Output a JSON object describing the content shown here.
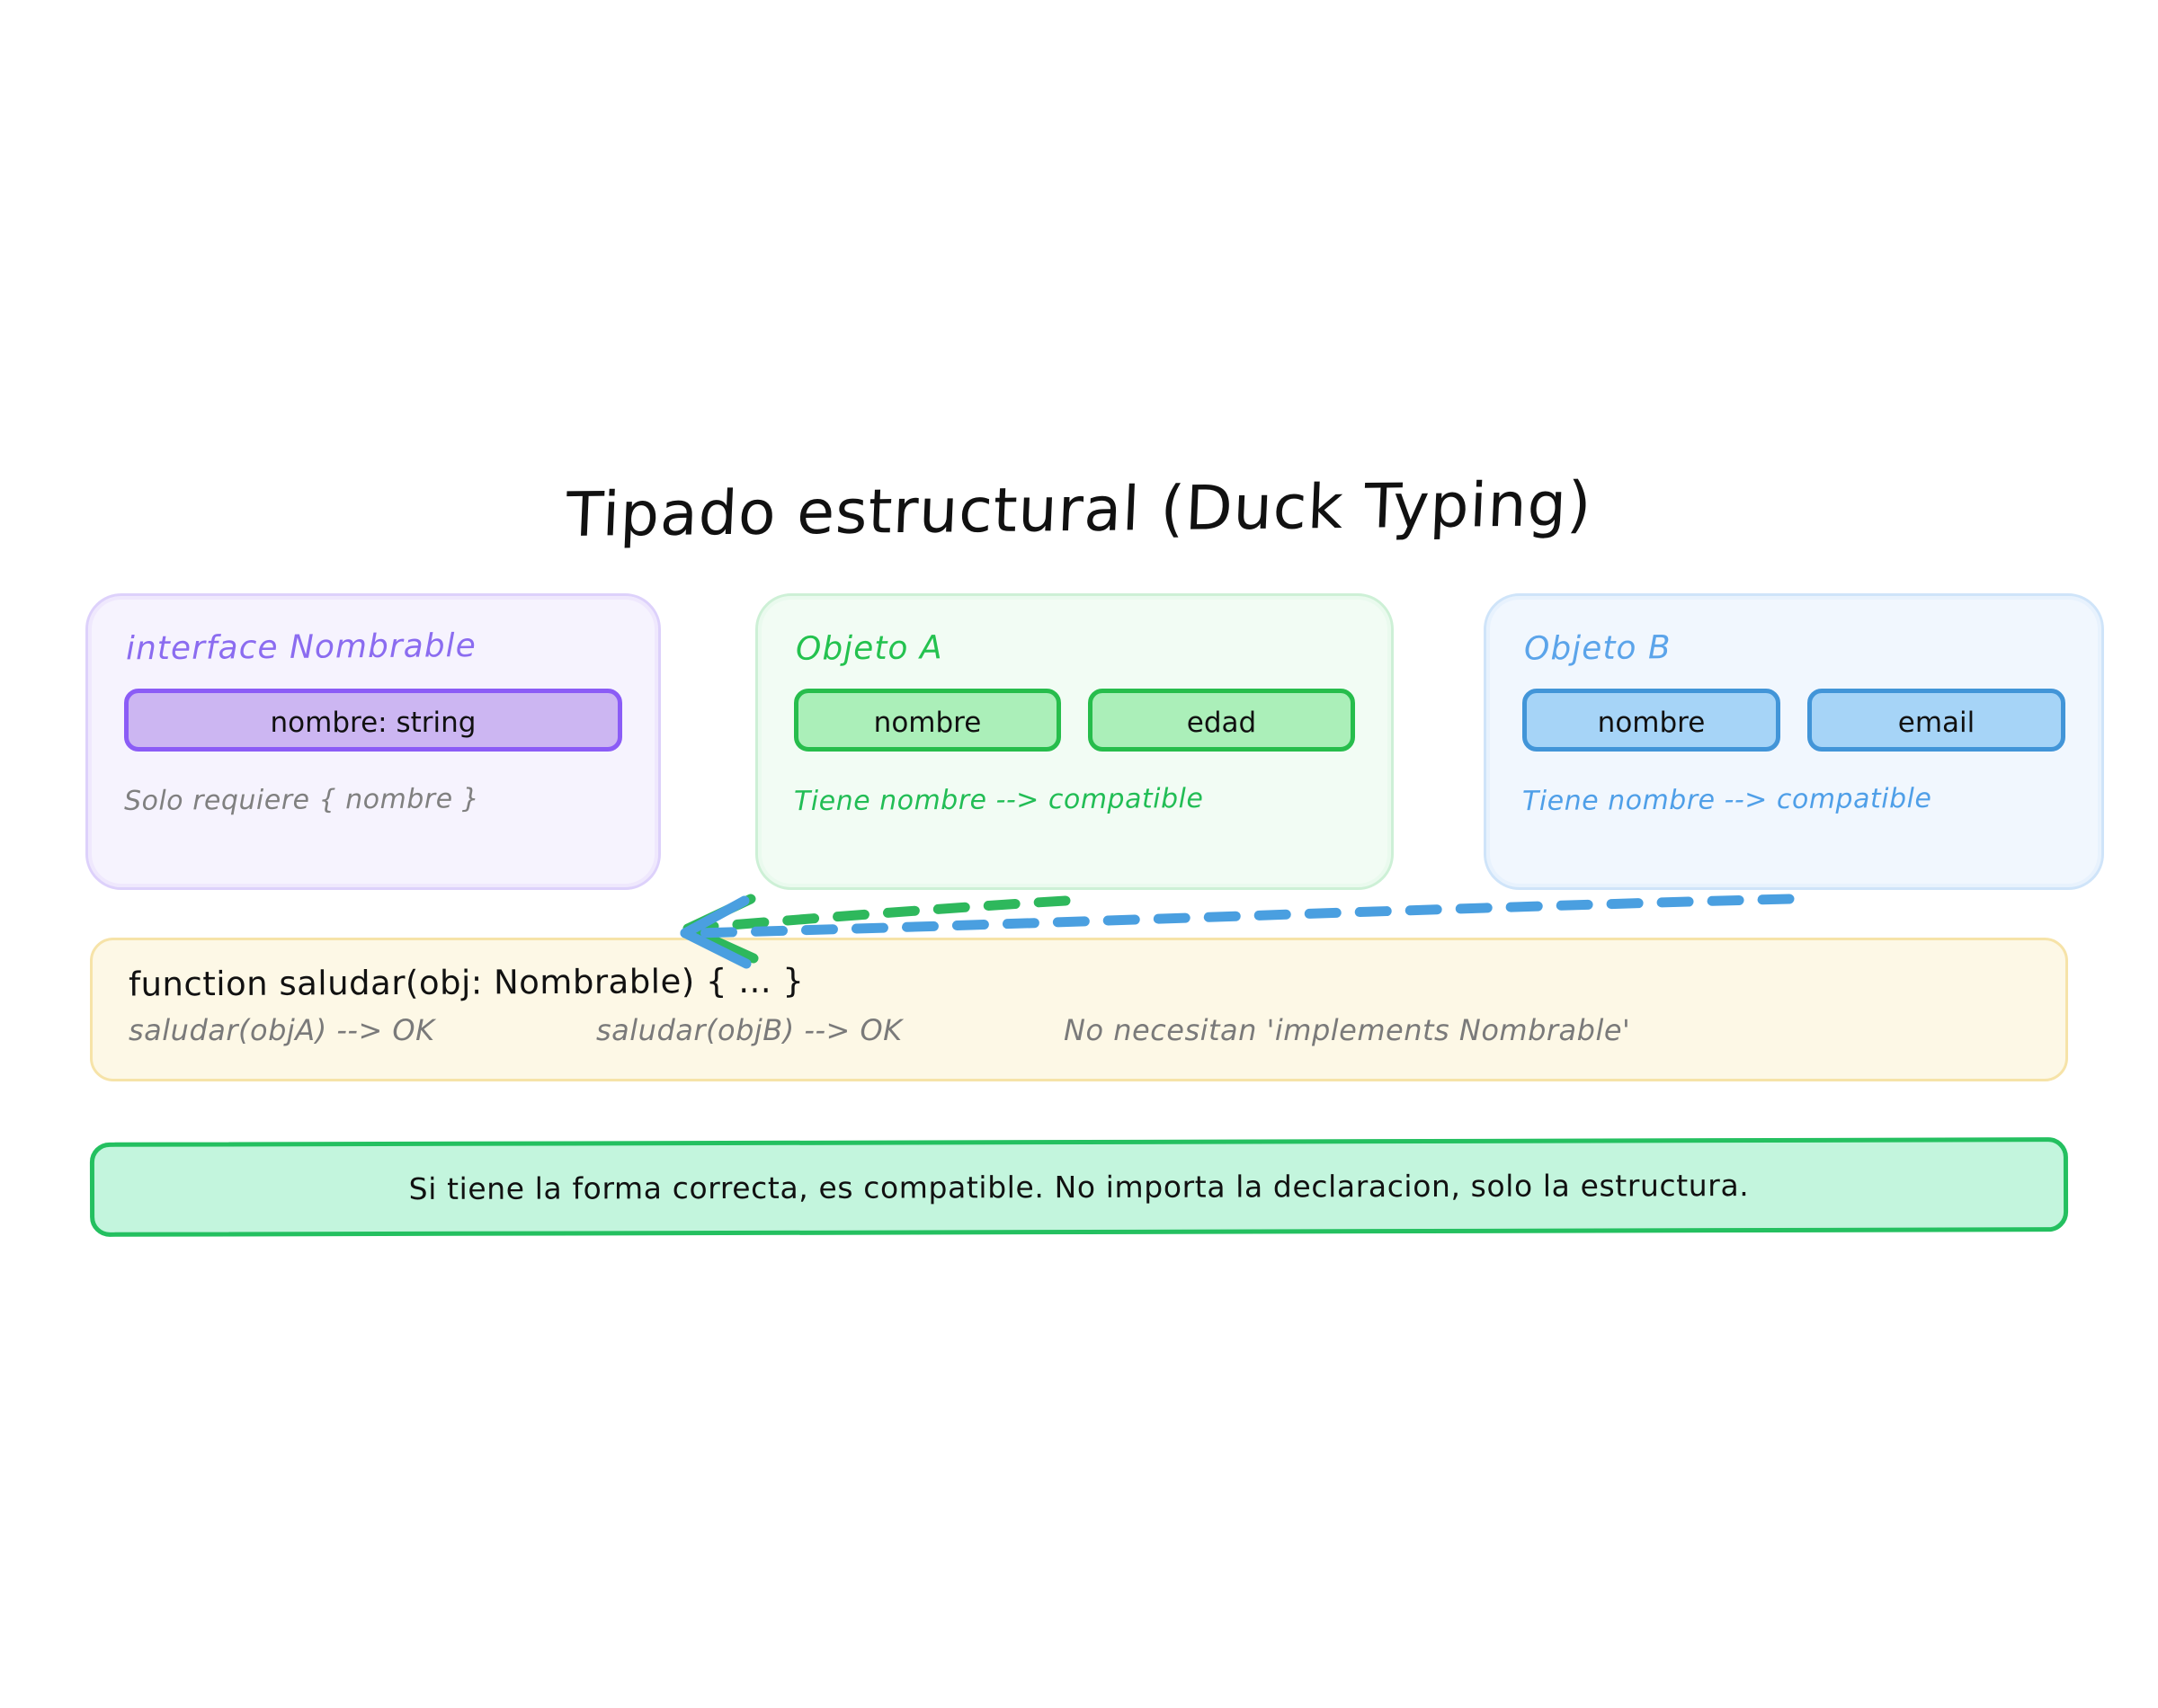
{
  "title": "Tipado estructural (Duck Typing)",
  "colors": {
    "purple_accent": "#8b5cf6",
    "purple_title": "#8b6cf0",
    "purple_card_bg": "#f6f3fe",
    "purple_pill_fill": "#ccb6f2",
    "green_accent": "#27bd4c",
    "green_title": "#24c24f",
    "green_card_bg": "#f2fcf4",
    "green_pill_fill": "#abefb9",
    "blue_accent": "#4295d8",
    "blue_title": "#5ba4ea",
    "blue_card_bg": "#f1f7fe",
    "blue_pill_fill": "#a6d4f7",
    "panel_bg": "#fdf8e6",
    "panel_border": "#f6e3a8",
    "banner_bg": "#c3f5dd",
    "banner_border": "#24c060",
    "note_gray": "#808080"
  },
  "cards": [
    {
      "id": "interface",
      "title": "interface Nombrable",
      "fields": [
        "nombre: string"
      ],
      "note": "Solo requiere { nombre }"
    },
    {
      "id": "objeto-a",
      "title": "Objeto A",
      "fields": [
        "nombre",
        "edad"
      ],
      "note": "Tiene nombre --> compatible"
    },
    {
      "id": "objeto-b",
      "title": "Objeto B",
      "fields": [
        "nombre",
        "email"
      ],
      "note": "Tiene nombre --> compatible"
    }
  ],
  "function_panel": {
    "signature": "function saludar(obj: Nombrable) { ... }",
    "call_a": "saludar(objA)  -->  OK",
    "call_b": "saludar(objB)  -->  OK",
    "remark": "No necesitan 'implements Nombrable'"
  },
  "banner": {
    "text": "Si tiene la forma correcta, es compatible. No importa la declaracion, solo la estructura."
  },
  "arrows": [
    {
      "id": "arrow-objeto-a-to-function",
      "color": "#27bd4c",
      "from": "Objeto A",
      "to": "function saludar"
    },
    {
      "id": "arrow-objeto-b-to-function",
      "color": "#4295d8",
      "from": "Objeto B",
      "to": "function saludar"
    }
  ]
}
